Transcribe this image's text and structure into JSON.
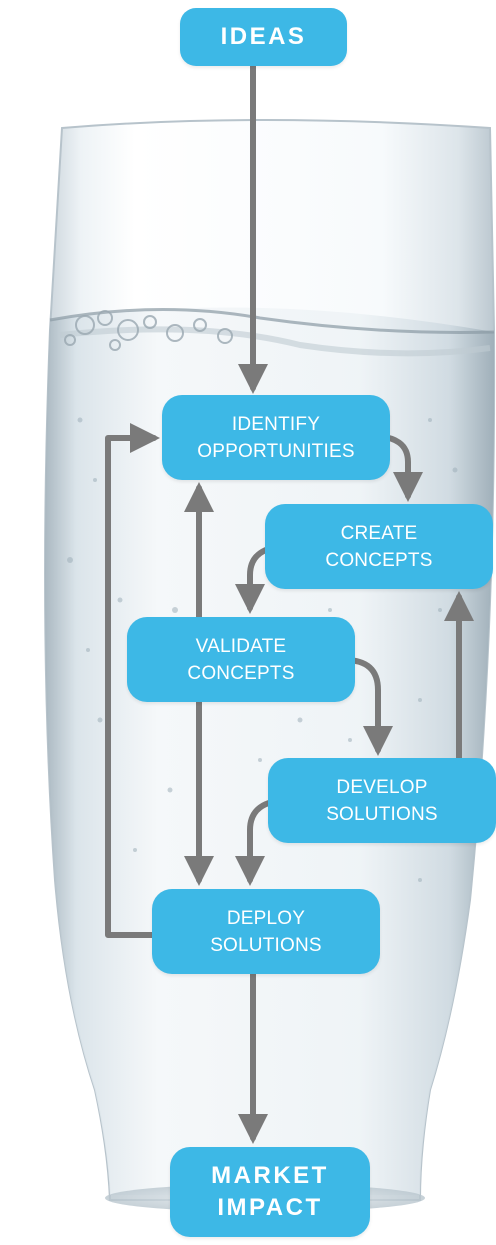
{
  "diagram": {
    "nodes": {
      "ideas": {
        "line1": "IDEAS"
      },
      "identify": {
        "line1": "IDENTIFY",
        "line2": "OPPORTUNITIES"
      },
      "create": {
        "line1": "CREATE",
        "line2": "CONCEPTS"
      },
      "validate": {
        "line1": "VALIDATE",
        "line2": "CONCEPTS"
      },
      "develop": {
        "line1": "DEVELOP",
        "line2": "SOLUTIONS"
      },
      "deploy": {
        "line1": "DEPLOY",
        "line2": "SOLUTIONS"
      },
      "market": {
        "line1": "MARKET",
        "line2": "IMPACT"
      }
    },
    "edges": [
      {
        "from": "ideas",
        "to": "identify"
      },
      {
        "from": "identify",
        "to": "create"
      },
      {
        "from": "create",
        "to": "validate"
      },
      {
        "from": "validate",
        "to": "identify"
      },
      {
        "from": "validate",
        "to": "develop"
      },
      {
        "from": "validate",
        "to": "deploy"
      },
      {
        "from": "develop",
        "to": "create"
      },
      {
        "from": "develop",
        "to": "deploy"
      },
      {
        "from": "deploy",
        "to": "identify"
      },
      {
        "from": "deploy",
        "to": "market"
      }
    ],
    "colors": {
      "node_fill": "#3db8e6",
      "node_text": "#ffffff",
      "arrow": "#7a7a7a",
      "water": "#dfe8ee"
    }
  }
}
